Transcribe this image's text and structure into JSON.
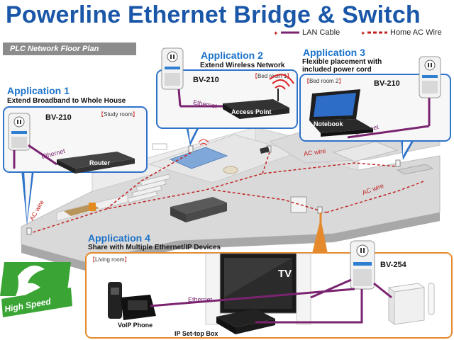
{
  "title": "Powerline Ethernet Bridge & Switch",
  "legend": {
    "lan": "LAN Cable",
    "ac": "Home AC Wire"
  },
  "floor_plan_label": "PLC Network Floor Plan",
  "apps": [
    {
      "title": "Application 1",
      "subtitle": "Extend Broadband  to Whole House",
      "room": "Study room",
      "model": "BV-210",
      "device": "Router"
    },
    {
      "title": "Application 2",
      "subtitle": "Extend  Wireless Network",
      "room": "Bed room 1",
      "model": "BV-210",
      "device": "Access Point"
    },
    {
      "title": "Application 3",
      "subtitle": "Flexible placement with",
      "subtitle2": "included power cord",
      "room": "Bed room 2",
      "model": "BV-210",
      "device": "Notebook"
    },
    {
      "title": "Application 4",
      "subtitle": "Share with Multiple Ethernet/IP Devices",
      "room": "Living room",
      "model": "BV-254",
      "device_tv": "TV",
      "device_phone": "VoIP Phone",
      "device_stb": "IP Set-top Box"
    }
  ],
  "labels": {
    "ethernet": "Ethernet",
    "ac_wire": "AC wire"
  },
  "badge": {
    "text": "High Speed"
  },
  "colors": {
    "title": "#1b57a8",
    "app_title": "#1b72c9",
    "box_border": "#2d73c9",
    "app4_border": "#e58a2c",
    "lan": "#7a2470",
    "ac": "#c02020",
    "badge": "#3aa535"
  }
}
